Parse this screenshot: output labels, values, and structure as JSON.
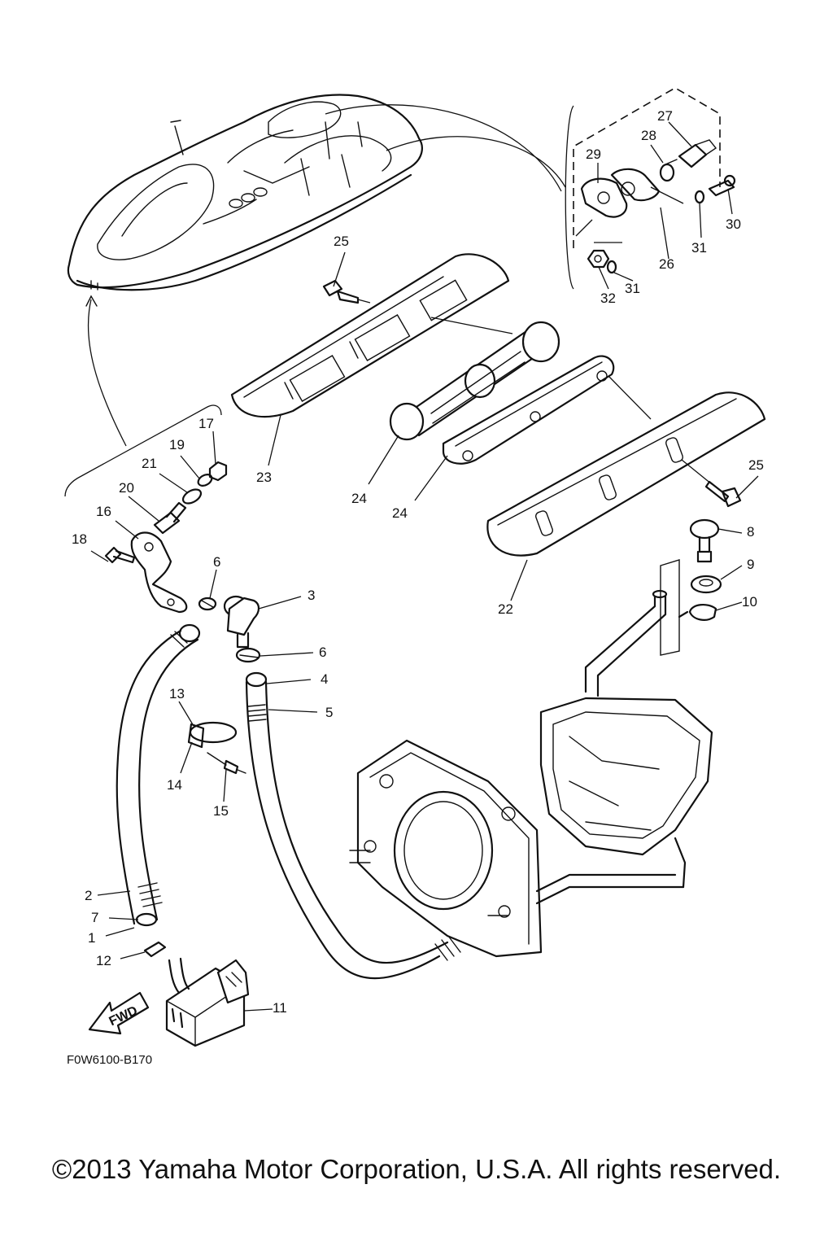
{
  "callouts": [
    "1",
    "2",
    "3",
    "4",
    "5",
    "6",
    "6",
    "7",
    "8",
    "9",
    "10",
    "11",
    "12",
    "13",
    "14",
    "15",
    "16",
    "17",
    "18",
    "19",
    "20",
    "21",
    "22",
    "23",
    "24",
    "24",
    "25",
    "25",
    "26",
    "27",
    "28",
    "29",
    "30",
    "31",
    "31",
    "32"
  ],
  "diagram_code": "F0W6100-B170",
  "direction_label": "FWD",
  "copyright": "©2013 Yamaha Motor Corporation, U.S.A. All rights reserved."
}
